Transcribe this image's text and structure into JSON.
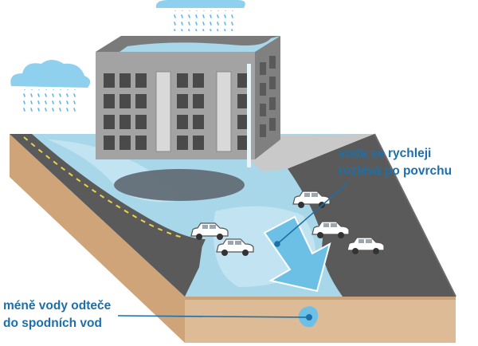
{
  "labels": {
    "surface_runoff": [
      "voda se rychleji",
      "rozlévá po povrchu"
    ],
    "groundwater": [
      "méně vody odteče",
      "do spodních vod"
    ]
  },
  "colors": {
    "water": "#a9d7ea",
    "water_dark": "#6cc0e6",
    "asphalt": "#5a5a5a",
    "soil": "#ddbb96",
    "building": "#9a9a9a",
    "label": "#1e6fa8",
    "cloud": "#8fd0ef"
  }
}
